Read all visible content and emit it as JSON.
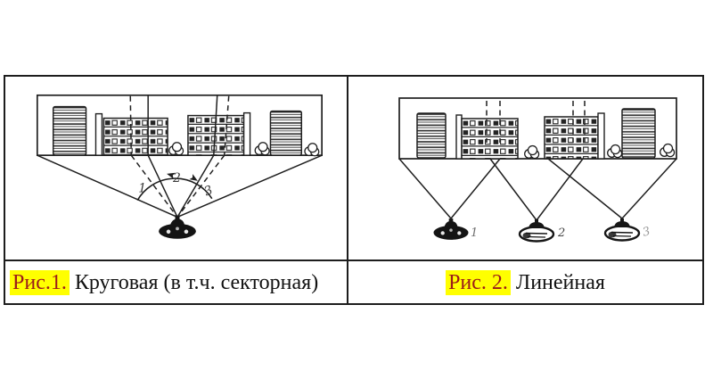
{
  "figure1": {
    "caption": {
      "highlight": "Рис.1.",
      "rest": " Круговая (в т.ч. секторная)"
    },
    "sector_labels": [
      "1",
      "2",
      "3"
    ]
  },
  "figure2": {
    "caption": {
      "highlight": "Рис. 2.",
      "rest": " Линейная"
    },
    "station_labels": [
      "1",
      "2",
      "3"
    ]
  },
  "colors": {
    "highlight_bg": "#ffff00",
    "caption_accent": "#9b1b1b",
    "ink": "#1d1d1d"
  }
}
